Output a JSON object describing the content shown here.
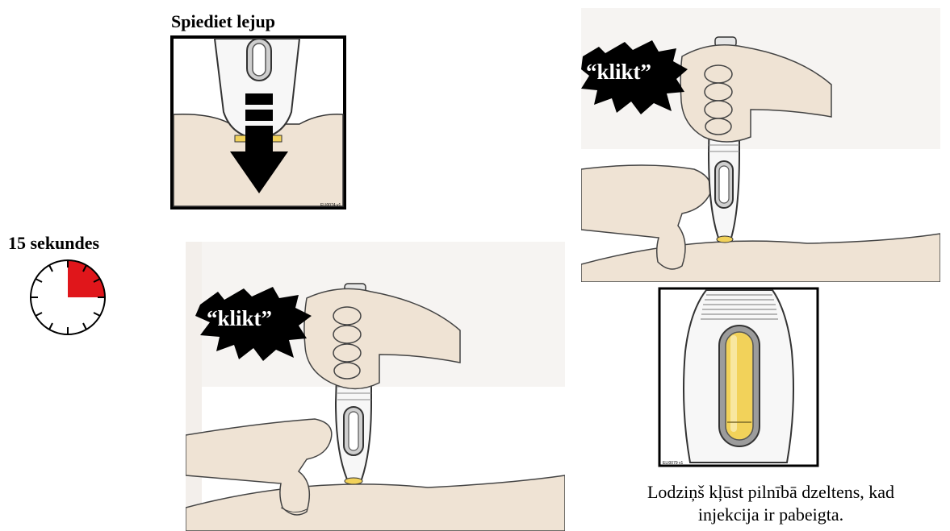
{
  "press_step": {
    "heading": "Spiediet lejup",
    "panel_code": "ELI0074 v1"
  },
  "timer": {
    "heading": "15 sekundes",
    "filled_fraction": 0.25,
    "fill_color": "#e0161b"
  },
  "click_sound": {
    "label": "“klikt”"
  },
  "window_step": {
    "panel_code": "ELI0079 v1",
    "window_color": "#f2d25a",
    "caption_line1": "Lodziņš kļūst pilnībā dzeltens, kad",
    "caption_line2": "injekcija ir pabeigta."
  },
  "colors": {
    "skin": "#efe3d4",
    "pen_body": "#f7f7f7",
    "outline": "#222222"
  }
}
